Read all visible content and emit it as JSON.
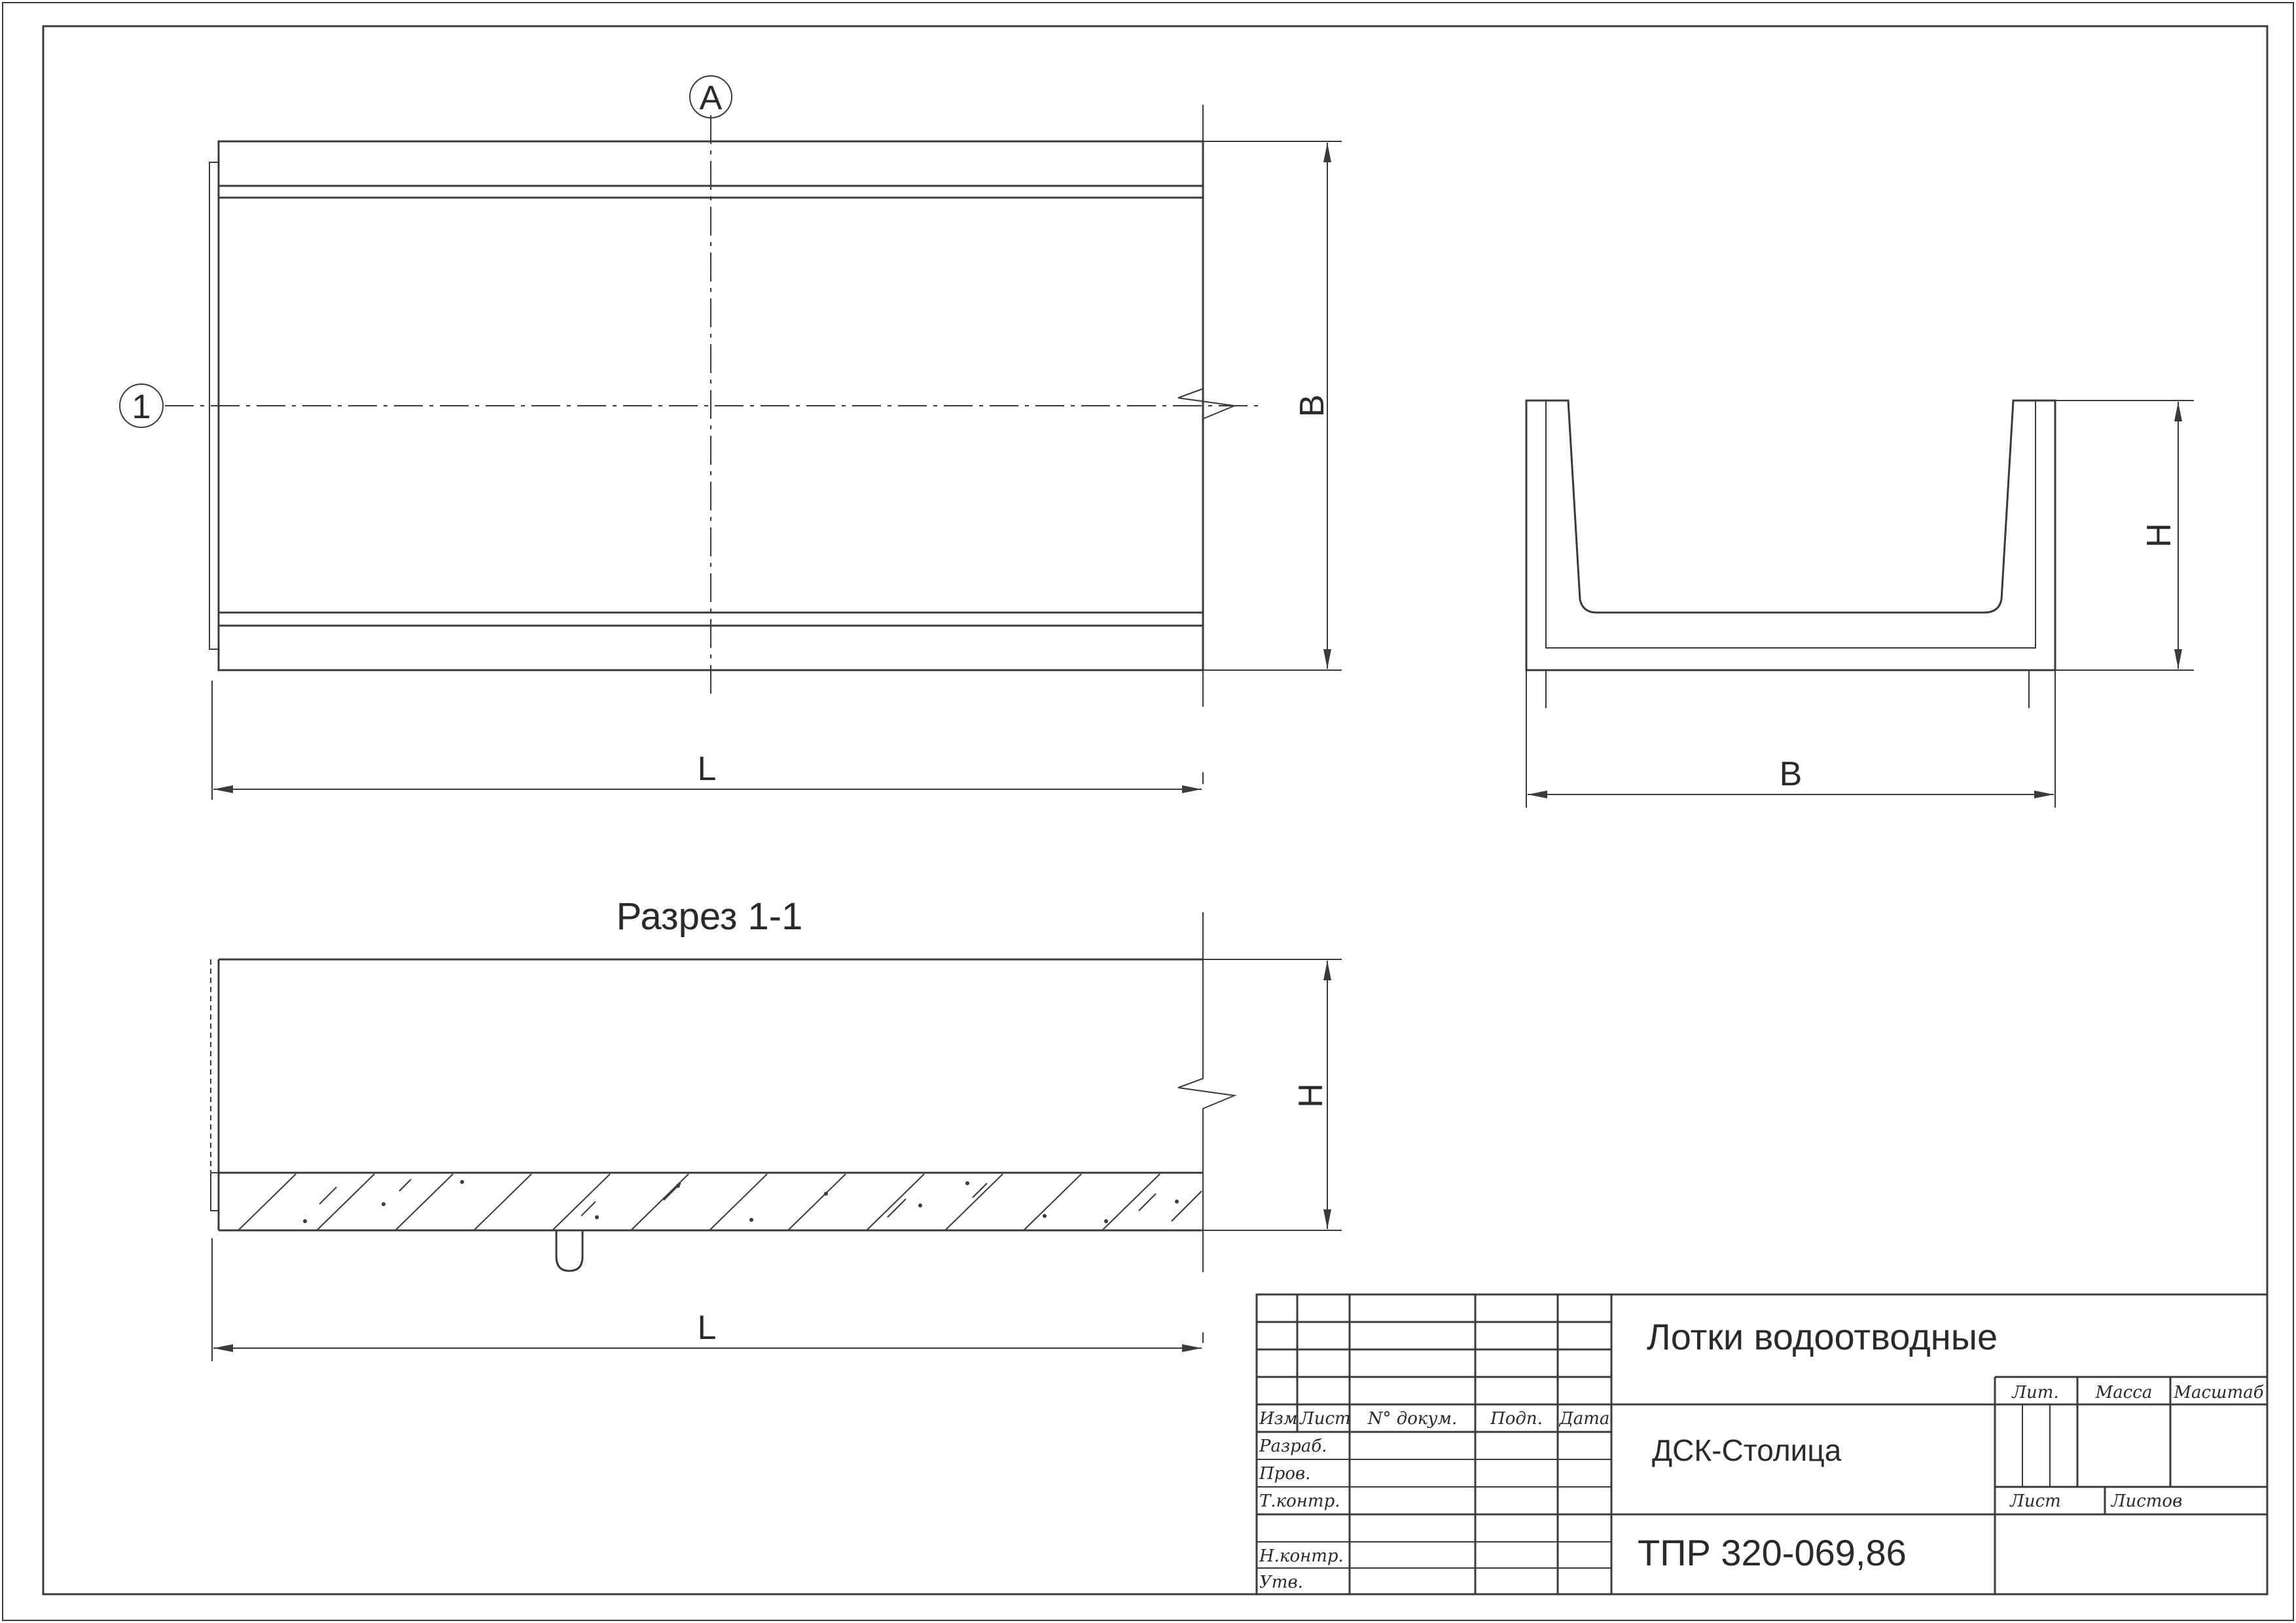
{
  "drawing": {
    "plan_view": {
      "axis_letter": "A",
      "axis_number": "1",
      "dim_length": "L",
      "dim_width": "B"
    },
    "cross_section": {
      "dim_width": "B",
      "dim_height": "H"
    },
    "section_view": {
      "title": "Разрез 1-1",
      "dim_length": "L",
      "dim_height": "H"
    }
  },
  "title_block": {
    "product_name": "Лотки водоотводные",
    "organization": "ДСК-Столица",
    "document_code": "ТПР 320-069,86",
    "header_labels": {
      "izm": "Изм",
      "list": "Лист",
      "doc_no": "N° докум.",
      "sign": "Подп.",
      "date": "Дата"
    },
    "row_labels": {
      "razrab": "Разраб.",
      "prov": "Пров.",
      "t_kontr": "Т.контр.",
      "n_kontr": "Н.контр.",
      "utv": "Утв."
    },
    "stage_labels": {
      "lit": "Лит.",
      "massa": "Масса",
      "masshtab": "Масштаб",
      "sheet": "Лист",
      "sheets": "Листов"
    }
  },
  "colors": {
    "line": "#3a3a3a",
    "text": "#2a2a2a",
    "background": "#ffffff"
  }
}
